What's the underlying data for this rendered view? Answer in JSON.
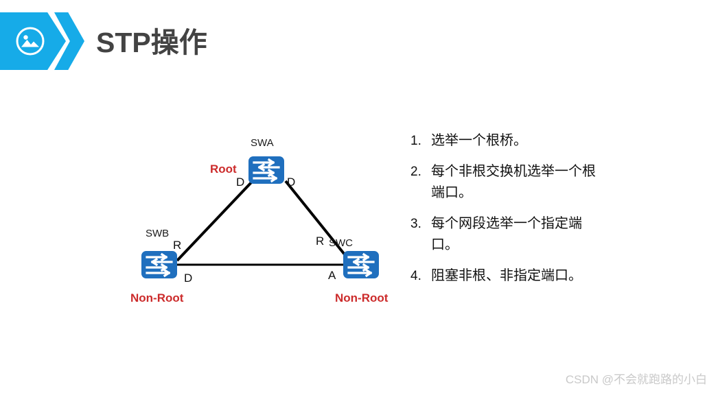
{
  "header": {
    "title": "STP操作",
    "icon": "image-picture-icon",
    "accent_color": "#16ABE8",
    "title_color": "#434343"
  },
  "diagram": {
    "type": "network-topology",
    "switch_color": "#1F6FBE",
    "root_color": "#CC2B2B",
    "link_color": "#000000",
    "nodes": [
      {
        "id": "swa",
        "name": "SWA",
        "role": "Root",
        "role_visible": true
      },
      {
        "id": "swb",
        "name": "SWB",
        "role": "Non-Root",
        "role_visible": true
      },
      {
        "id": "swc",
        "name": "SWC",
        "role": "Non-Root",
        "role_visible": true
      }
    ],
    "port_labels": [
      {
        "id": "swa-left",
        "text": "D"
      },
      {
        "id": "swa-right",
        "text": "D"
      },
      {
        "id": "swb-up",
        "text": "R"
      },
      {
        "id": "swb-right",
        "text": "D"
      },
      {
        "id": "swc-up",
        "text": "R"
      },
      {
        "id": "swc-left",
        "text": "A"
      }
    ],
    "links": [
      {
        "from": "swb",
        "to": "swa"
      },
      {
        "from": "swa",
        "to": "swc"
      },
      {
        "from": "swb",
        "to": "swc"
      }
    ]
  },
  "steps": [
    {
      "num": "1.",
      "text": "选举一个根桥。"
    },
    {
      "num": "2.",
      "text": "每个非根交换机选举一个根端口。"
    },
    {
      "num": "3.",
      "text": "每个网段选举一个指定端口。"
    },
    {
      "num": "4.",
      "text": "阻塞非根、非指定端口。"
    }
  ],
  "watermark": {
    "text": "CSDN @不会就跑路的小白"
  }
}
